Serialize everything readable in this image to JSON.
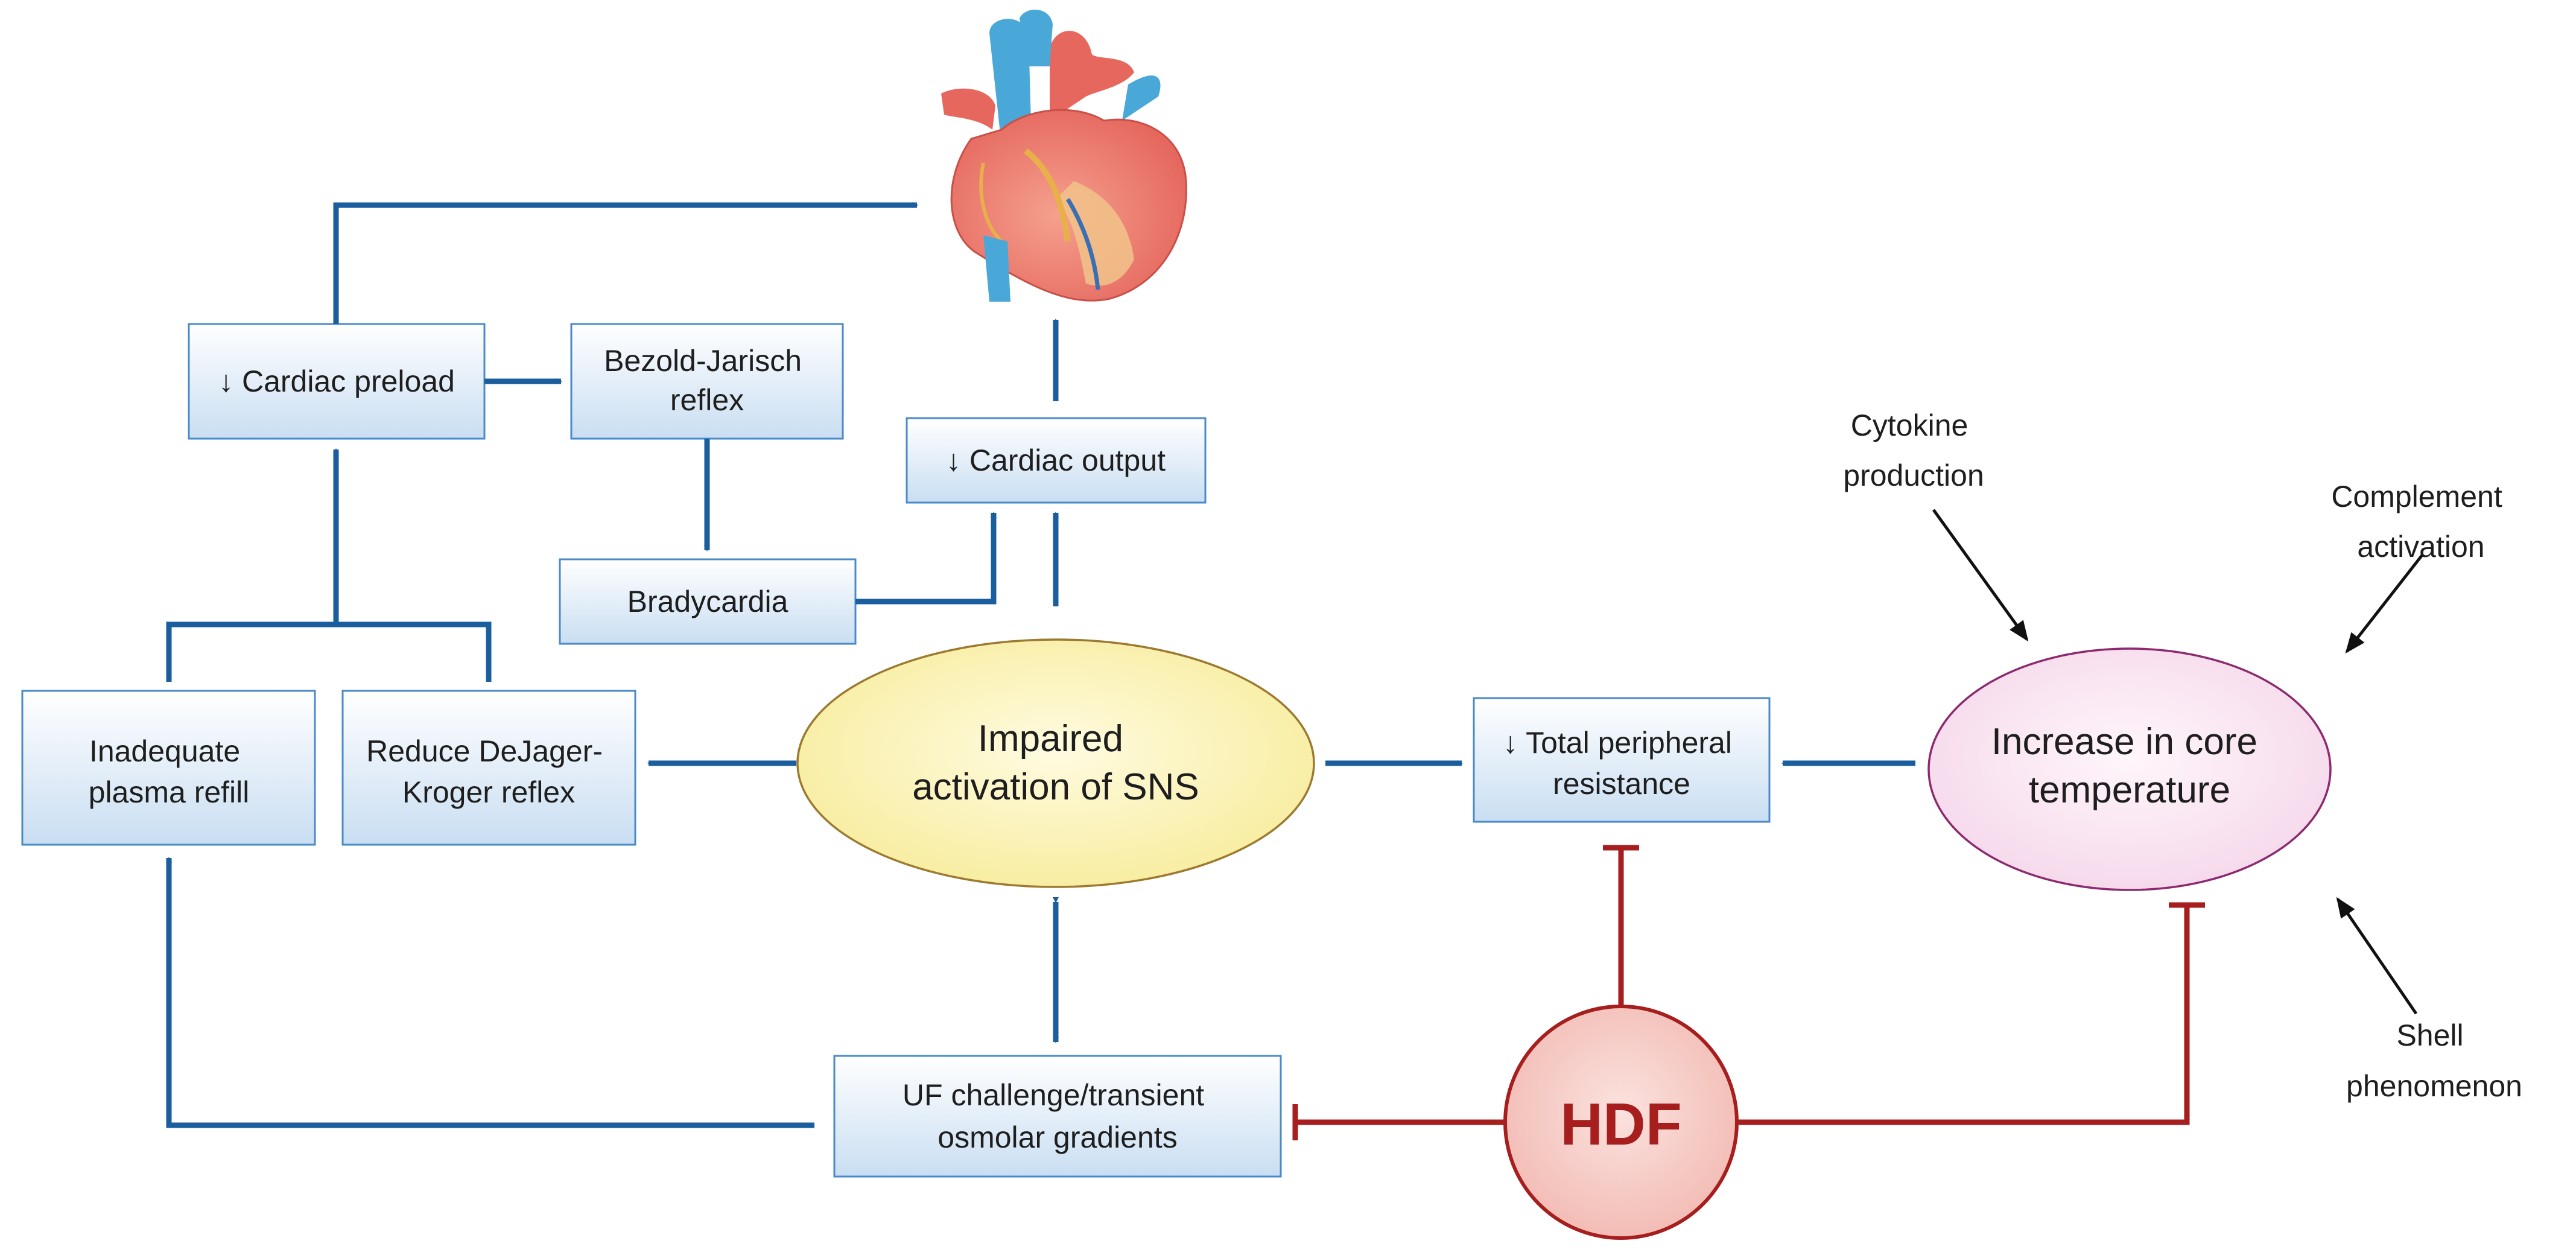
{
  "colors": {
    "blue_arrow": "#1b5e9e",
    "red_inhibit": "#a61e1e",
    "box_border": "#4a8ac9",
    "box_fill_top": "#ffffff",
    "box_fill_bottom": "#c9def2",
    "sns_fill": "#fdf6c4",
    "sns_border": "#9c7a30",
    "core_fill": "#faeaf4",
    "core_border": "#8c2a70",
    "hdf_fill": "#f8d3cf",
    "hdf_border": "#a61e1e",
    "black_arrow": "#111111"
  },
  "icons": {
    "heart": "anatomical-heart-icon"
  },
  "nodes": {
    "cardiac_preload": [
      "↓ Cardiac preload"
    ],
    "bezold_jarisch": [
      "Bezold-Jarisch",
      "reflex"
    ],
    "cardiac_output": [
      "↓ Cardiac output"
    ],
    "bradycardia": [
      "Bradycardia"
    ],
    "inadequate_refill": [
      "Inadequate",
      "plasma refill"
    ],
    "dejager_kroger": [
      "Reduce DeJager-",
      "Kroger reflex"
    ],
    "sns": [
      "Impaired",
      "activation of SNS"
    ],
    "peripheral_resistance": [
      "↓ Total peripheral",
      "resistance"
    ],
    "core_temperature": [
      "Increase in core",
      "temperature"
    ],
    "uf_challenge": [
      "UF challenge/transient",
      "osmolar gradients"
    ],
    "hdf": [
      "HDF"
    ]
  },
  "factors": {
    "cytokine": [
      "Cytokine",
      "production"
    ],
    "complement": [
      "Complement",
      "activation"
    ],
    "shell": [
      "Shell",
      "phenomenon"
    ]
  }
}
